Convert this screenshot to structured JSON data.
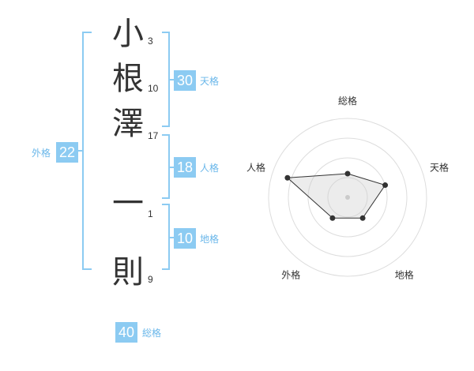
{
  "name": {
    "surname": [
      {
        "char": "小",
        "strokes": "3"
      },
      {
        "char": "根",
        "strokes": "10"
      },
      {
        "char": "澤",
        "strokes": "17"
      }
    ],
    "given": [
      {
        "char": "一",
        "strokes": "1"
      },
      {
        "char": "則",
        "strokes": "9"
      }
    ]
  },
  "fortune": {
    "tenkaku": {
      "value": "30",
      "label": "天格"
    },
    "jinkaku": {
      "value": "18",
      "label": "人格"
    },
    "chikaku": {
      "value": "10",
      "label": "地格"
    },
    "gaikaku": {
      "value": "22",
      "label": "外格"
    },
    "soukaku": {
      "value": "40",
      "label": "総格"
    }
  },
  "colors": {
    "accent": "#8ccbf2",
    "accent_text": "#6ab7ea"
  },
  "chart_data": {
    "type": "radar",
    "axes": [
      "総格",
      "天格",
      "地格",
      "外格",
      "人格"
    ],
    "levels": 4,
    "values": [
      1.2,
      2.0,
      1.3,
      1.3,
      3.2
    ],
    "max": 4
  }
}
